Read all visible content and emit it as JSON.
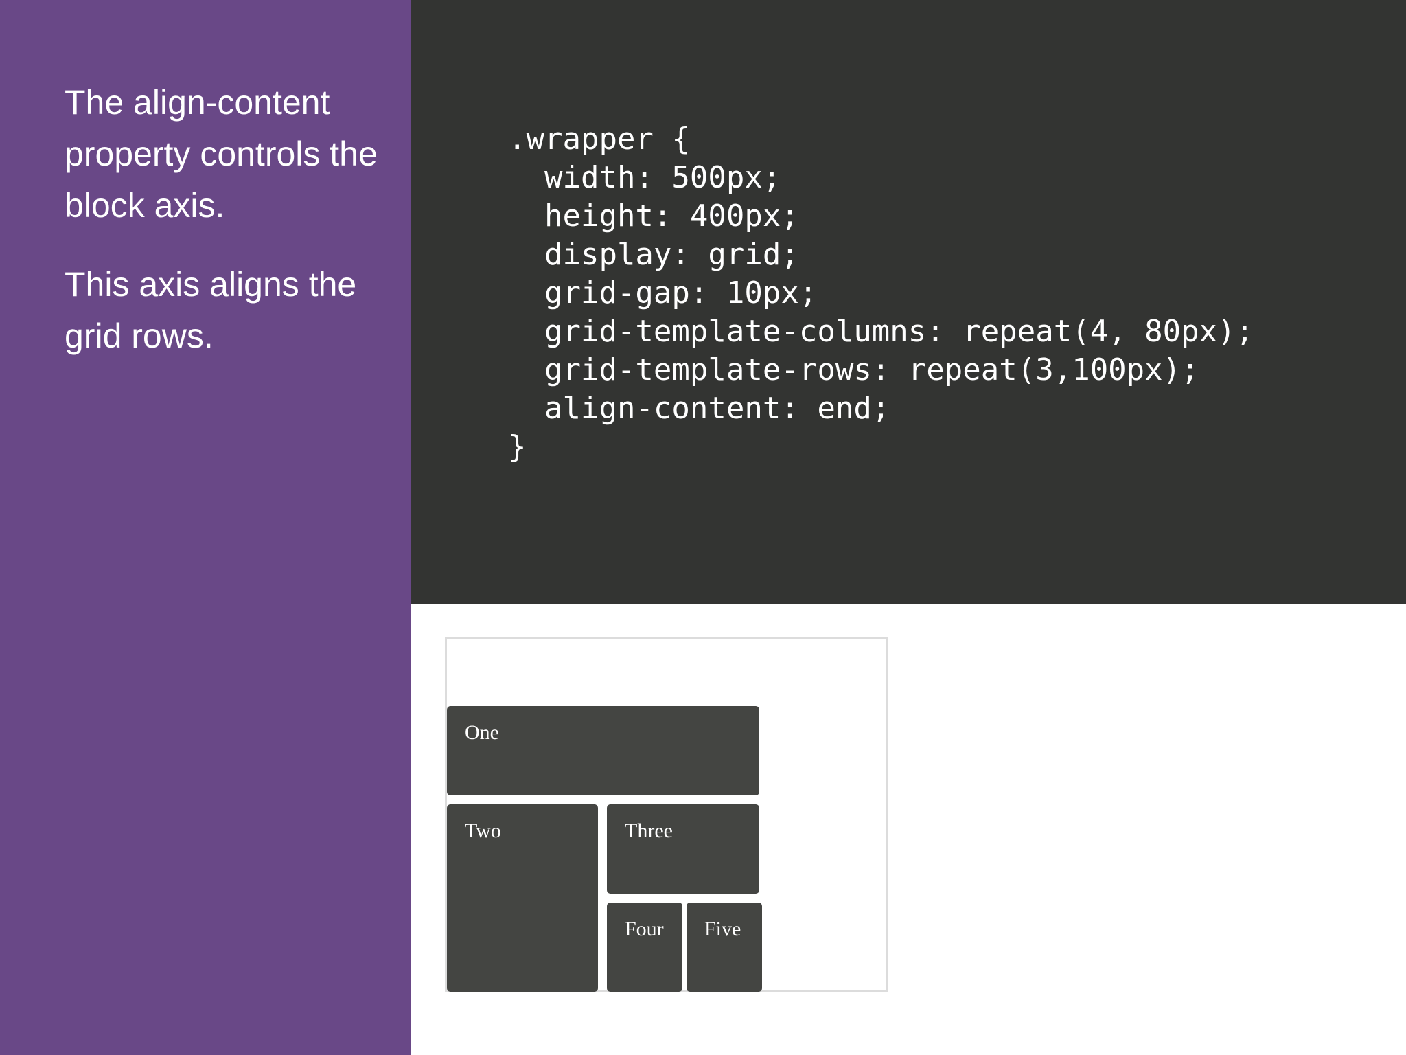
{
  "sidebar": {
    "paragraph_1": "The align-content property controls the block axis.",
    "paragraph_2": "This axis aligns the grid rows."
  },
  "code": {
    "lines": [
      ".wrapper {",
      "  width: 500px;",
      "  height: 400px;",
      "  display: grid;",
      "  grid-gap: 10px;",
      "  grid-template-columns: repeat(4, 80px);",
      "  grid-template-rows: repeat(3,100px);",
      "  align-content: end;",
      "}"
    ]
  },
  "demo": {
    "items": {
      "one": "One",
      "two": "Two",
      "three": "Three",
      "four": "Four",
      "five": "Five"
    }
  },
  "colors": {
    "sidebar_bg": "#694887",
    "code_bg": "#333432",
    "item_bg": "#444542",
    "wrapper_border": "#dcdcdc"
  }
}
